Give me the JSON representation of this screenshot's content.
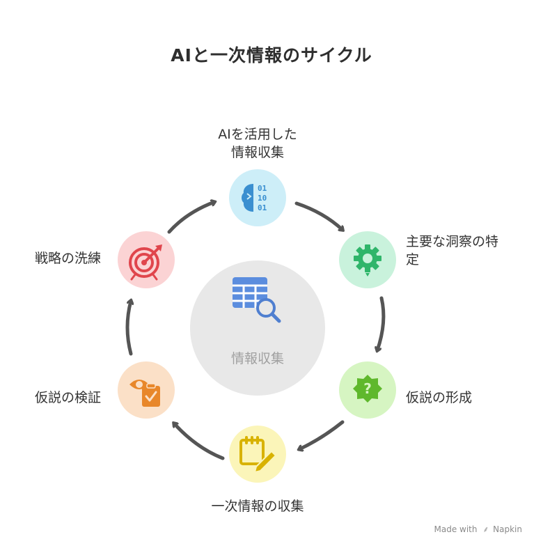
{
  "title": "AIと一次情報のサイクル",
  "center": {
    "label": "情報収集",
    "icon": "table-search-icon",
    "color": "#e8e8e8"
  },
  "nodes": [
    {
      "id": "ai-collection",
      "lines": [
        "AIを活用した",
        "情報収集"
      ],
      "icon": "brain-binary-icon",
      "color": "#cdeef8"
    },
    {
      "id": "insights",
      "lines": [
        "主要な洞察の特",
        "定"
      ],
      "icon": "gear-bulb-icon",
      "color": "#c9f2dc"
    },
    {
      "id": "hypothesis-form",
      "lines": [
        "仮説の形成"
      ],
      "icon": "question-badge-icon",
      "color": "#d6f5c2"
    },
    {
      "id": "primary-collection",
      "lines": [
        "一次情報の収集"
      ],
      "icon": "notepad-pencil-icon",
      "color": "#fbf5b9"
    },
    {
      "id": "hypothesis-verify",
      "lines": [
        "仮説の検証"
      ],
      "icon": "eye-clipboard-icon",
      "color": "#fbe0c7"
    },
    {
      "id": "strategy",
      "lines": [
        "戦略の洗練"
      ],
      "icon": "target-arrow-icon",
      "color": "#fbd3d4"
    }
  ],
  "footer": {
    "prefix": "Made with",
    "brand": "Napkin"
  }
}
